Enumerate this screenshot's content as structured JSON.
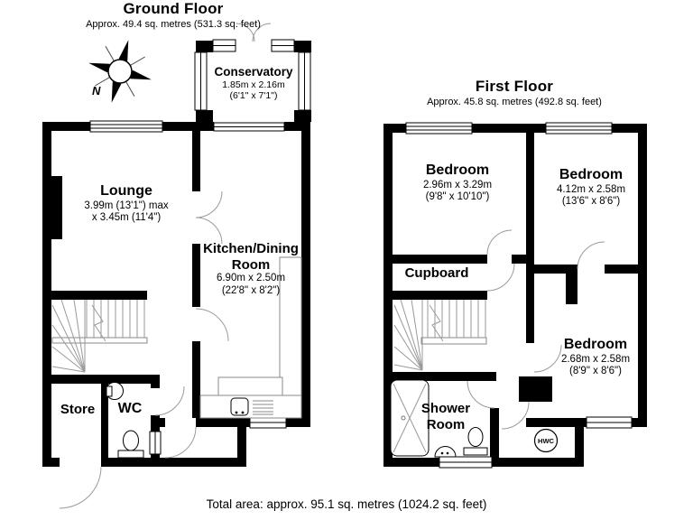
{
  "colors": {
    "wall": "#000000",
    "background": "#ffffff",
    "door_arc": "#9a9a9a",
    "stair_line": "#999999",
    "fixture_line": "#777777"
  },
  "footer": {
    "total_area": "Total area: approx. 95.1 sq. metres (1024.2 sq. feet)"
  },
  "ground_floor": {
    "title": "Ground Floor",
    "subtitle": "Approx. 49.4 sq. metres (531.3 sq. feet)",
    "compass_label": "N",
    "rooms": {
      "conservatory": {
        "name": "Conservatory",
        "dims_metric": "1.85m x 2.16m",
        "dims_imperial": "(6'1\" x 7'1\")"
      },
      "lounge": {
        "name": "Lounge",
        "dims_metric": "3.99m (13'1\") max",
        "dims_imperial": "x 3.45m (11'4\")"
      },
      "kitchen": {
        "name": "Kitchen/Dining Room",
        "dims_metric": "6.90m x 2.50m",
        "dims_imperial": "(22'8\" x 8'2\")"
      },
      "store": {
        "name": "Store"
      },
      "wc": {
        "name": "WC"
      }
    }
  },
  "first_floor": {
    "title": "First Floor",
    "subtitle": "Approx. 45.8 sq. metres (492.8 sq. feet)",
    "rooms": {
      "bedroom1": {
        "name": "Bedroom",
        "dims_metric": "2.96m x 3.29m",
        "dims_imperial": "(9'8\" x 10'10\")"
      },
      "bedroom2": {
        "name": "Bedroom",
        "dims_metric": "4.12m x 2.58m",
        "dims_imperial": "(13'6\" x 8'6\")"
      },
      "bedroom3": {
        "name": "Bedroom",
        "dims_metric": "2.68m x 2.58m",
        "dims_imperial": "(8'9\" x 8'6\")"
      },
      "cupboard": {
        "name": "Cupboard"
      },
      "shower_room": {
        "name": "Shower Room"
      },
      "hwc": {
        "label": "HWC"
      }
    }
  }
}
